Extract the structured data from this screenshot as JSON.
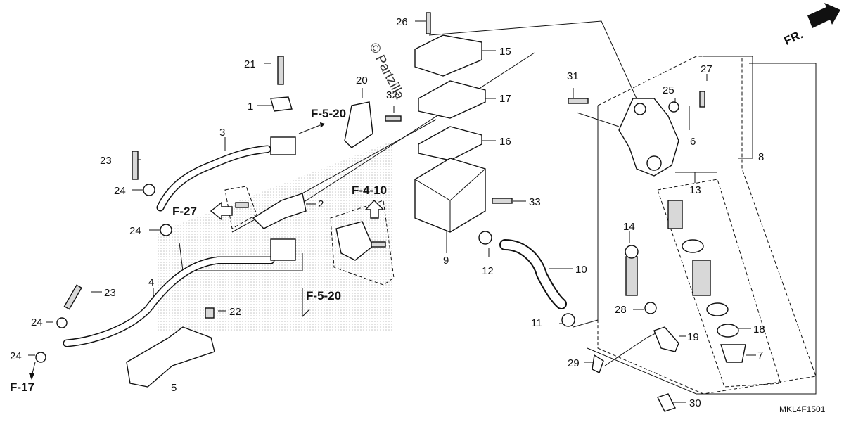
{
  "diagram": {
    "watermark": "© Partzilla",
    "diagram_code": "MKL4F1501",
    "direction_label": "FR.",
    "section_refs": [
      "F-5-20",
      "F-27",
      "F-4-10",
      "F-5-20",
      "F-17"
    ],
    "callouts": [
      "1",
      "2",
      "3",
      "4",
      "5",
      "6",
      "7",
      "8",
      "9",
      "10",
      "11",
      "12",
      "13",
      "14",
      "15",
      "16",
      "17",
      "18",
      "19",
      "20",
      "21",
      "22",
      "23",
      "23",
      "24",
      "24",
      "24",
      "24",
      "25",
      "26",
      "27",
      "28",
      "29",
      "30",
      "31",
      "32",
      "33"
    ]
  }
}
